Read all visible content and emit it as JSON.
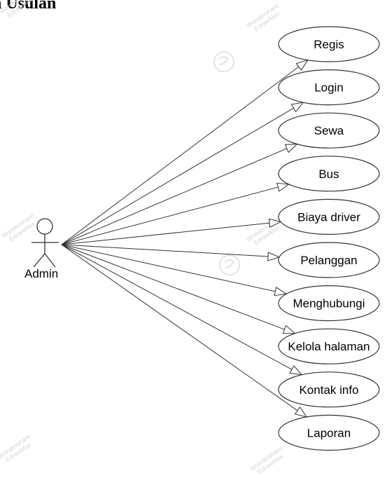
{
  "title": "n Usulan",
  "actor": {
    "label": "Admin"
  },
  "use_cases": [
    {
      "label": "Regis"
    },
    {
      "label": "Login"
    },
    {
      "label": "Sewa"
    },
    {
      "label": "Bus"
    },
    {
      "label": "Biaya driver"
    },
    {
      "label": "Pelanggan"
    },
    {
      "label": "Menghubungi"
    },
    {
      "label": "Kelola halaman"
    },
    {
      "label": "Kontak info"
    },
    {
      "label": "Laporan"
    }
  ],
  "watermark": {
    "line1": "Wondershare",
    "line2": "EdrawMax"
  }
}
